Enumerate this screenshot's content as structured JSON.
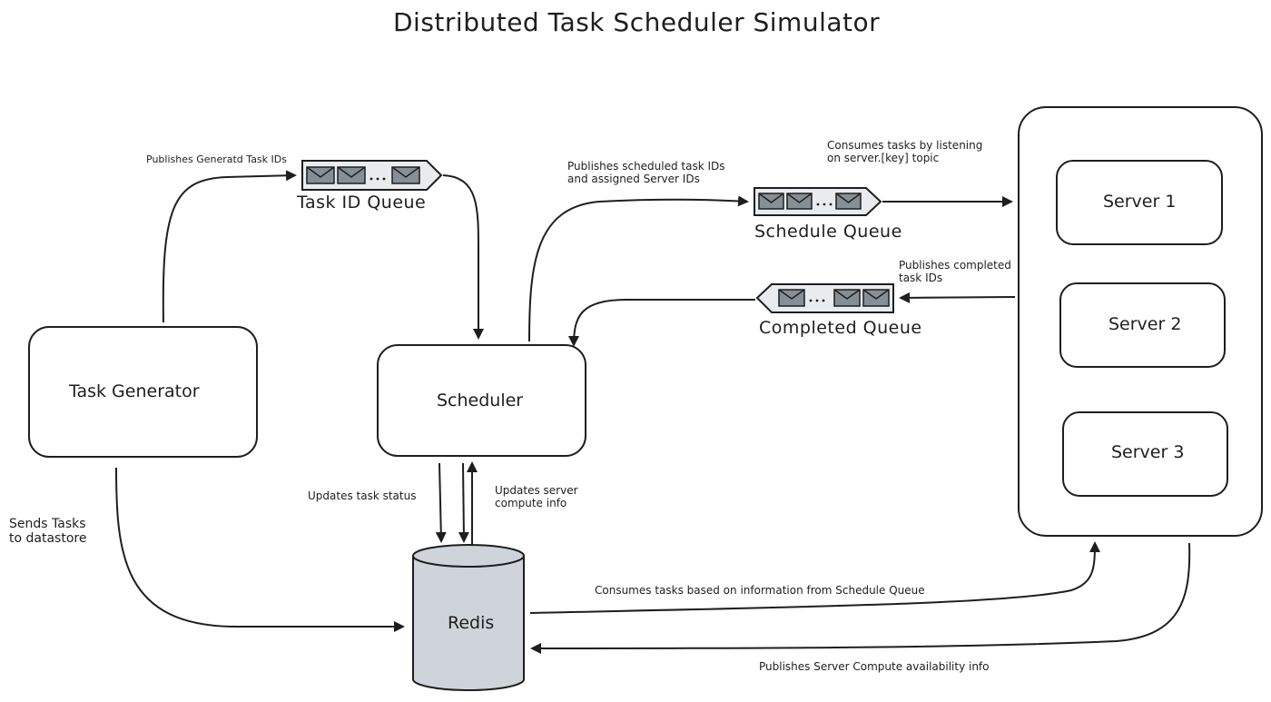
{
  "title": "Distributed Task Scheduler Simulator",
  "nodes": {
    "task_generator": "Task Generator",
    "scheduler": "Scheduler",
    "redis": "Redis",
    "servers": [
      "Server 1",
      "Server 2",
      "Server 3"
    ]
  },
  "queues": {
    "task_id_queue": "Task ID Queue",
    "schedule_queue": "Schedule Queue",
    "completed_queue": "Completed Queue"
  },
  "annotations": {
    "publishes_generated": "Publishes Generatd Task IDs",
    "publishes_scheduled": "Publishes scheduled task IDs\nand assigned Server IDs",
    "consumes_listening": "Consumes tasks by listening\non server.[key] topic",
    "publishes_completed": "Publishes completed\ntask IDs",
    "sends_tasks": "Sends Tasks\nto datastore",
    "updates_task_status": "Updates task status",
    "updates_server_compute": "Updates server\ncompute info",
    "consumes_based_on": "Consumes tasks based on information from Schedule Queue",
    "publishes_server_compute": "Publishes Server Compute availability info"
  },
  "colors": {
    "stroke": "#1e1e1e",
    "queue_fill": "#e9ecef",
    "envelope_fill": "#868e96",
    "redis_fill": "#ced4da"
  }
}
